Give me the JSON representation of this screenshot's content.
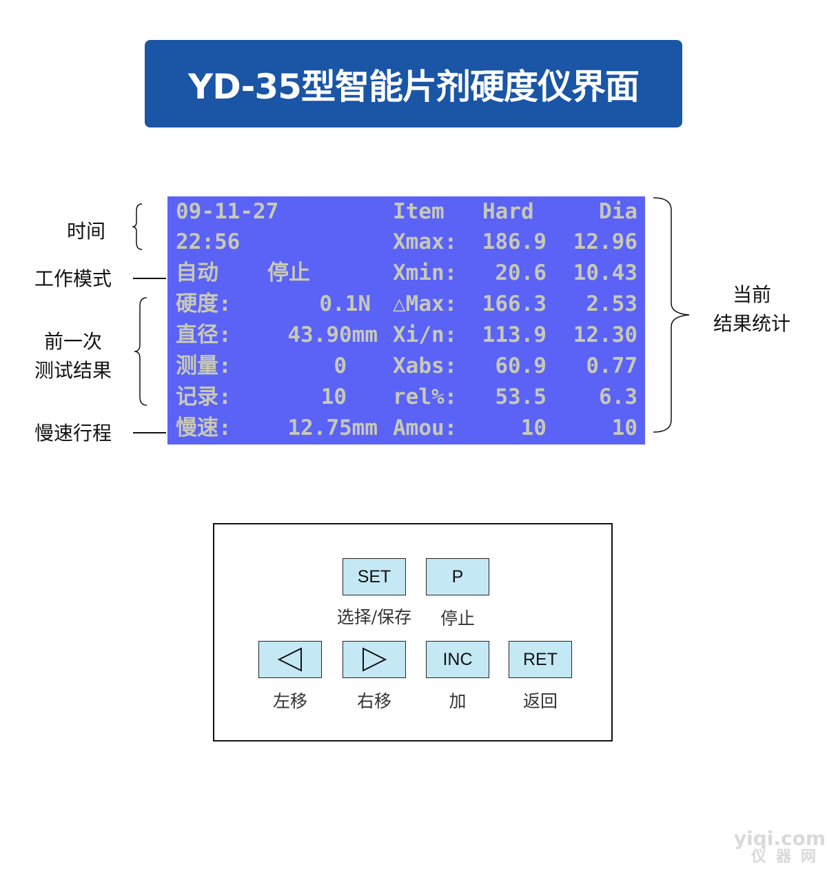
{
  "title": "YD-35型智能片剂硬度仪界面",
  "annotations": {
    "time": "时间",
    "work_mode": "工作模式",
    "prev_result_line1": "前一次",
    "prev_result_line2": "测试结果",
    "slow_travel": "慢速行程",
    "current_stats_line1": "当前",
    "current_stats_line2": "结果统计"
  },
  "lcd": {
    "date": "09-11-27",
    "time": "22:56",
    "mode_auto": "自动",
    "mode_stop": "停止",
    "left_rows": [
      {
        "label": "硬度:",
        "value": "0.1N"
      },
      {
        "label": "直径:",
        "value": "43.90mm"
      },
      {
        "label": "测量:",
        "value": "0"
      },
      {
        "label": "记录:",
        "value": "10"
      },
      {
        "label": "慢速:",
        "value": "12.75mm"
      }
    ],
    "stats_header": {
      "item": "Item",
      "hard": "Hard",
      "dia": "Dia"
    },
    "stats_rows": [
      {
        "label": "Xmax:",
        "hard": "186.9",
        "dia": "12.96"
      },
      {
        "label": "Xmin:",
        "hard": "20.6",
        "dia": "10.43"
      },
      {
        "label": "△Max:",
        "hard": "166.3",
        "dia": "2.53"
      },
      {
        "label": "Xi/n:",
        "hard": "113.9",
        "dia": "12.30"
      },
      {
        "label": "Xabs:",
        "hard": "60.9",
        "dia": "0.77"
      },
      {
        "label": "rel%:",
        "hard": "53.5",
        "dia": "6.3"
      },
      {
        "label": "Amou:",
        "hard": "10",
        "dia": "10"
      }
    ]
  },
  "keypad": {
    "set_key": "SET",
    "set_label": "选择/保存",
    "p_key": "P",
    "p_label": "停止",
    "left_label": "左移",
    "right_label": "右移",
    "inc_key": "INC",
    "inc_label": "加",
    "ret_key": "RET",
    "ret_label": "返回"
  },
  "colors": {
    "banner": "#1a55a6",
    "lcd_bg": "#5a63f5",
    "lcd_text": "#c8c9b6",
    "key_bg": "#c5e8f5"
  },
  "watermark": {
    "top": "yiqi.com",
    "bottom": "仪器网"
  }
}
